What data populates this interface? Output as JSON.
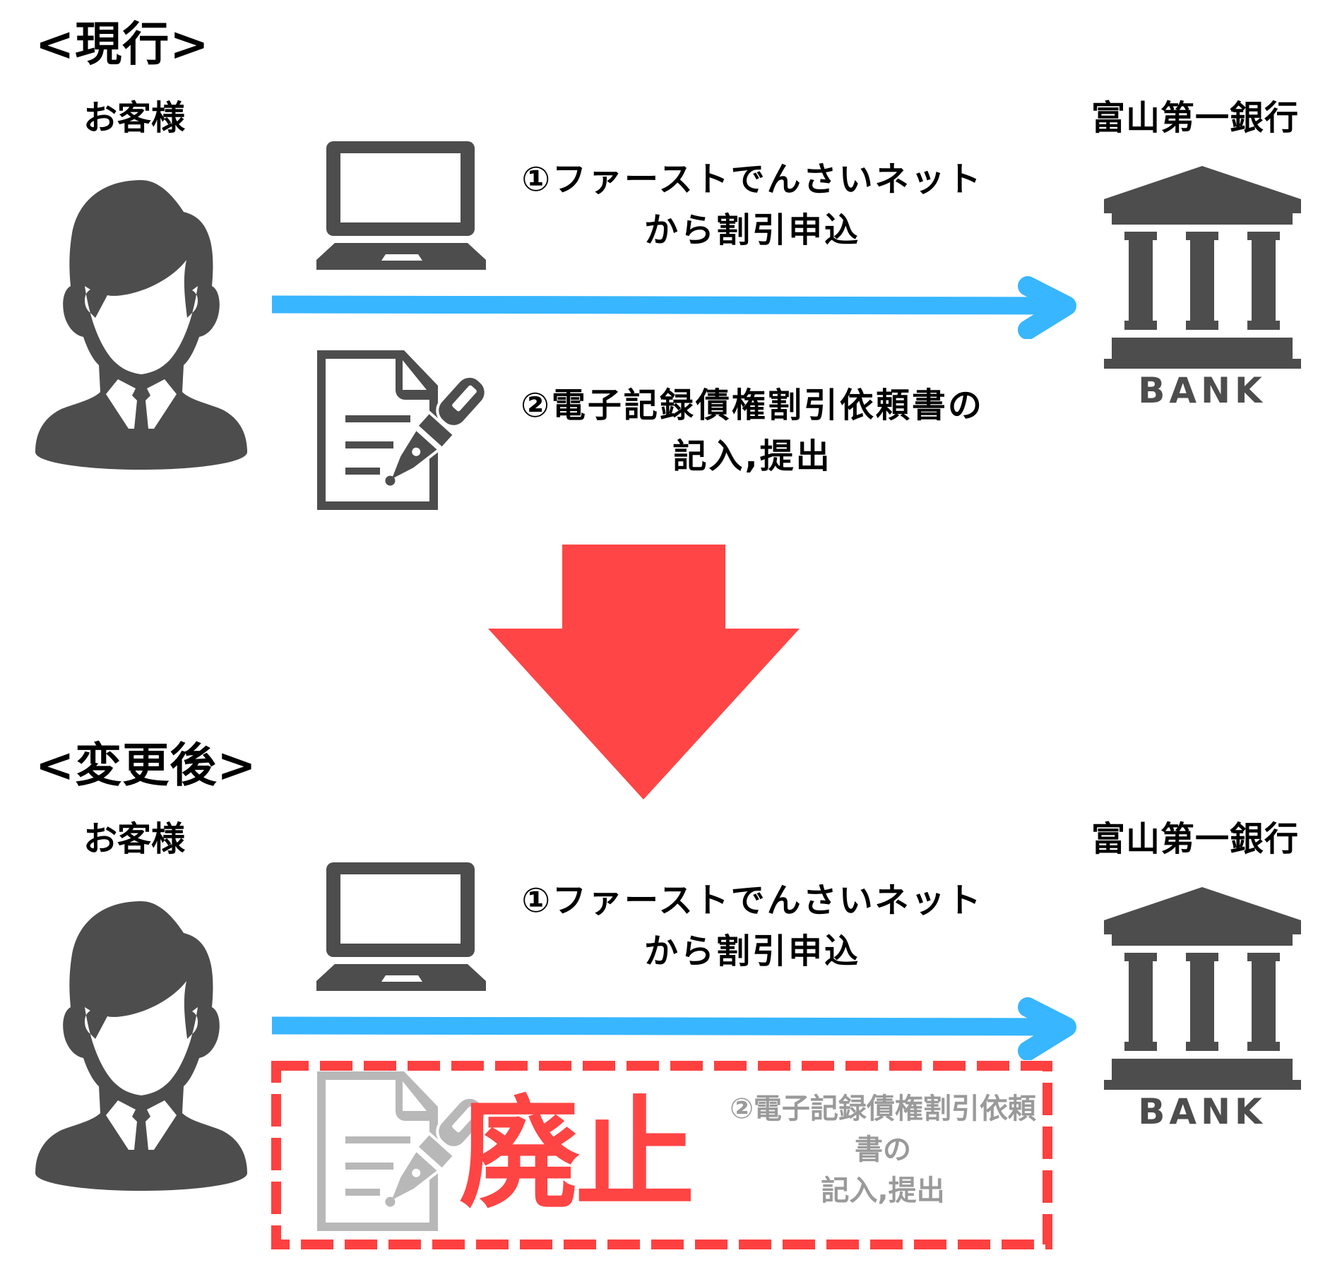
{
  "colors": {
    "icon_gray": "#4d4d4d",
    "muted_gray": "#b8b8b8",
    "flow_blue": "#38b6ff",
    "alert_red": "#ff4444",
    "text": "#000000"
  },
  "sections": [
    {
      "title": "<現行>",
      "customer_label": "お客様",
      "bank_label": "富山第一銀行",
      "bank_icon_text": "BANK",
      "steps": [
        {
          "line1": "①ファーストでんさいネット",
          "line2": "から割引申込",
          "icon": "laptop-icon"
        },
        {
          "line1": "②電子記録債権割引依頼書の",
          "line2": "記入,提出",
          "icon": "document-pen-icon"
        }
      ]
    },
    {
      "title": "<変更後>",
      "customer_label": "お客様",
      "bank_label": "富山第一銀行",
      "bank_icon_text": "BANK",
      "steps": [
        {
          "line1": "①ファーストでんさいネット",
          "line2": "から割引申込",
          "icon": "laptop-icon"
        },
        {
          "line1": "②電子記録債権割引依頼書の",
          "line2": "記入,提出",
          "icon": "document-pen-icon",
          "status": "abolished"
        }
      ],
      "abolished_label": "廃止"
    }
  ],
  "transition_arrow": "down-arrow-icon"
}
